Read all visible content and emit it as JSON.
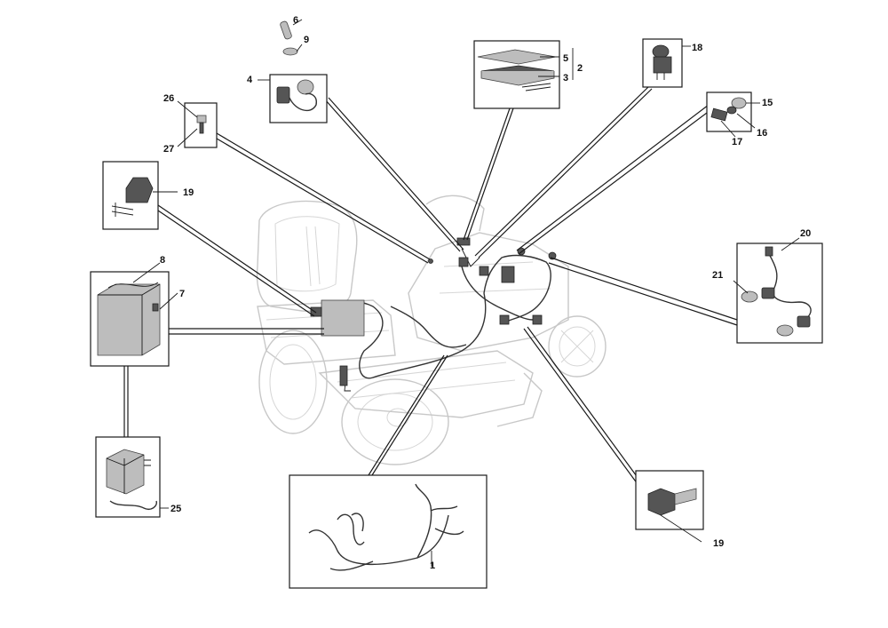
{
  "callouts": {
    "c1": "1",
    "c2": "2",
    "c3": "3",
    "c4": "4",
    "c5": "5",
    "c6": "6",
    "c7": "7",
    "c8": "8",
    "c9": "9",
    "c15": "15",
    "c16": "16",
    "c17": "17",
    "c18": "18",
    "c19a": "19",
    "c19b": "19",
    "c20": "20",
    "c21": "21",
    "c25": "25",
    "c26": "26",
    "c27": "27"
  },
  "colors": {
    "line": "#1a1a1a",
    "ghost_mower": "#c8c8c8",
    "part_dark": "#555555",
    "background": "#ffffff"
  }
}
